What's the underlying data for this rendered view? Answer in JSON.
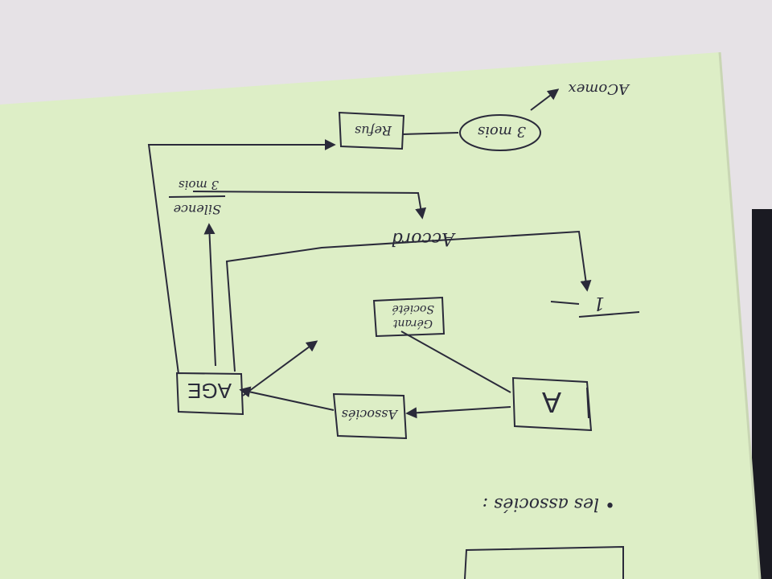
{
  "photo": {
    "description_colors": {
      "paper": "#dff0c8",
      "background": "#e4e0e4",
      "ink": "#2a2a3a",
      "table_edge": "#1a1a22"
    }
  },
  "diagram": {
    "labels": {
      "acomex": "AComex",
      "trois_mois_oval": "3 mois",
      "refus": "Refus",
      "silence": "Silence",
      "silence_trois_mois": "3 mois",
      "accord": "Accord",
      "un": "1",
      "gerant": "Gérant",
      "societe": "Société",
      "age": "AGE",
      "associes_box": "Associés",
      "a": "A",
      "les_associes": "• les associés :"
    }
  }
}
